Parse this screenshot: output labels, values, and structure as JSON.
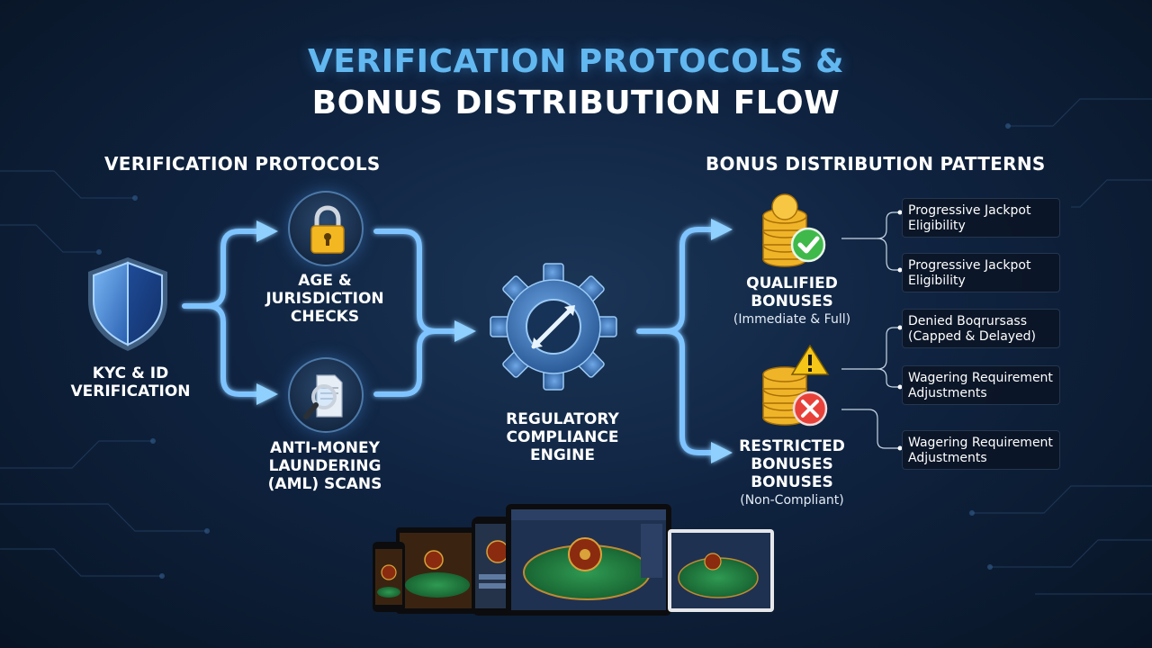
{
  "title": {
    "line1": "VERIFICATION PROTOCOLS &",
    "line2": "BONUS DISTRIBUTION FLOW"
  },
  "sections": {
    "left": "VERIFICATION PROTOCOLS",
    "right": "BONUS DISTRIBUTION PATTERNS"
  },
  "nodes": {
    "kyc": {
      "line1": "KYC & ID",
      "line2": "VERIFICATION"
    },
    "age": {
      "line1": "AGE &",
      "line2": "JURISDICTION",
      "line3": "CHECKS"
    },
    "aml": {
      "line1": "ANTI-MONEY",
      "line2": "LAUNDERING",
      "line3": "(AML) SCANS"
    },
    "engine": {
      "line1": "REGULATORY",
      "line2": "COMPLIANCE",
      "line3": "ENGINE"
    },
    "qualified": {
      "line1": "QUALIFIED",
      "line2": "BONUSES",
      "sub": "(Immediate & Full)"
    },
    "restricted": {
      "line1": "RESTRICTED",
      "line2": "BONUSES",
      "line3": "BONUSES",
      "sub": "(Non-Compliant)"
    }
  },
  "callouts": [
    {
      "line1": "Progressive Jackpot",
      "line2": "Eligibility"
    },
    {
      "line1": "Progressive Jackpot",
      "line2": "Eligibility"
    },
    {
      "line1": "Denied Boqrursass",
      "line2": "(Capped & Delayed)"
    },
    {
      "line1": "Wagering Requirement",
      "line2": "Adjustments"
    },
    {
      "line1": "Wagering Requirement",
      "line2": "Adjustments"
    }
  ],
  "icons": {
    "kyc": "shield-icon",
    "age": "lock-icon",
    "aml": "magnifier-document-icon",
    "engine": "gear-icon",
    "qualified": "coins-check-icon",
    "restricted": "coins-warning-icon",
    "devices": "casino-devices-illustration"
  },
  "colors": {
    "background": "#0f2340",
    "accent_blue": "#62b8f0",
    "flow_line": "#7fc4ff",
    "check_green": "#3fb94a",
    "warning_yellow": "#f5c518",
    "deny_red": "#e8413a",
    "coin_gold": "#f0b429"
  }
}
